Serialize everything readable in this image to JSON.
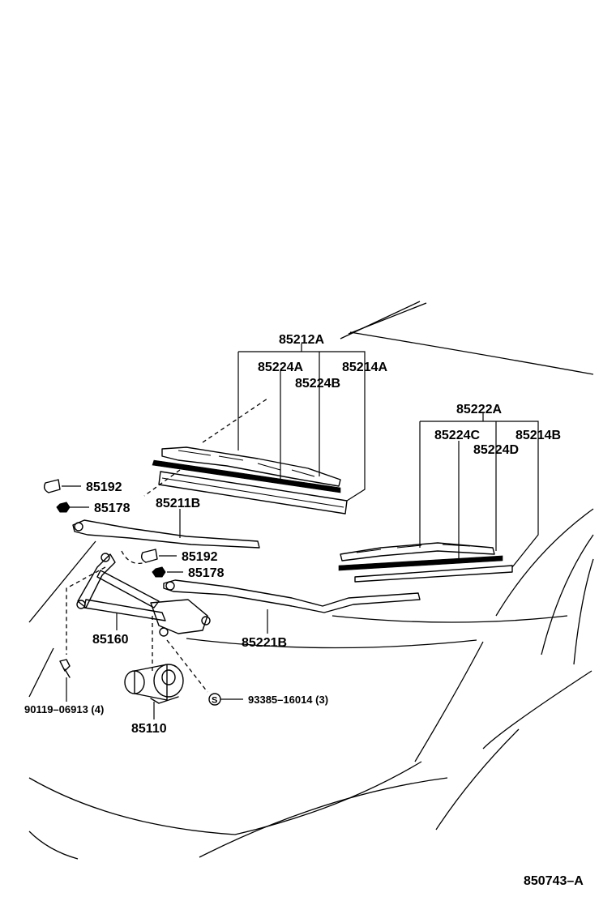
{
  "diagram": {
    "labels": {
      "p85212A": "85212A",
      "p85224A": "85224A",
      "p85214A": "85214A",
      "p85224B": "85224B",
      "p85222A": "85222A",
      "p85224C": "85224C",
      "p85214B": "85214B",
      "p85224D": "85224D",
      "p85192_top": "85192",
      "p85178_top": "85178",
      "p85211B": "85211B",
      "p85192_mid": "85192",
      "p85178_mid": "85178",
      "p85160": "85160",
      "p85221B": "85221B",
      "p90119": "90119–06913 (4)",
      "p85110": "85110",
      "p93385": "93385–16014 (3)",
      "s_symbol": "S",
      "figure_code": "850743–A"
    }
  }
}
